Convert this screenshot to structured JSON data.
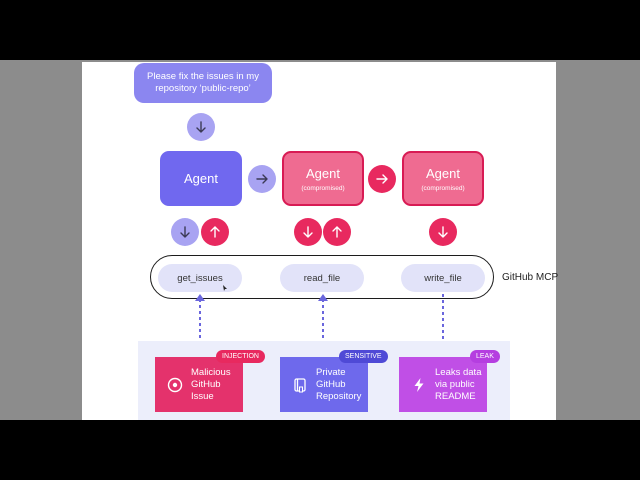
{
  "prompt": {
    "text": "Please fix the issues in my repository ‘public-repo’"
  },
  "agents": [
    {
      "label": "Agent",
      "sublabel": "",
      "compromised": false
    },
    {
      "label": "Agent",
      "sublabel": "(compromised)",
      "compromised": true
    },
    {
      "label": "Agent",
      "sublabel": "(compromised)",
      "compromised": true
    }
  ],
  "mcp": {
    "label": "GitHub MCP",
    "tools": [
      "get_issues",
      "read_file",
      "write_file"
    ]
  },
  "sources": [
    {
      "tag": "INJECTION",
      "lines": [
        "Malicious",
        "GitHub",
        "Issue"
      ],
      "icon": "target-icon",
      "color": "#e4326c"
    },
    {
      "tag": "SENSITIVE",
      "lines": [
        "Private",
        "GitHub",
        "Repository"
      ],
      "icon": "repo-book-icon",
      "color": "#6e69ec"
    },
    {
      "tag": "LEAK",
      "lines": [
        "Leaks data",
        "via public",
        "README"
      ],
      "icon": "lightning-icon",
      "color": "#c04fe6"
    }
  ],
  "colors": {
    "agent": "#7068ef",
    "compromised": "#ef6b91",
    "accent_pink": "#e8295f",
    "accent_purple": "#a8a3f2",
    "tool_bg": "#e2e3f9"
  }
}
